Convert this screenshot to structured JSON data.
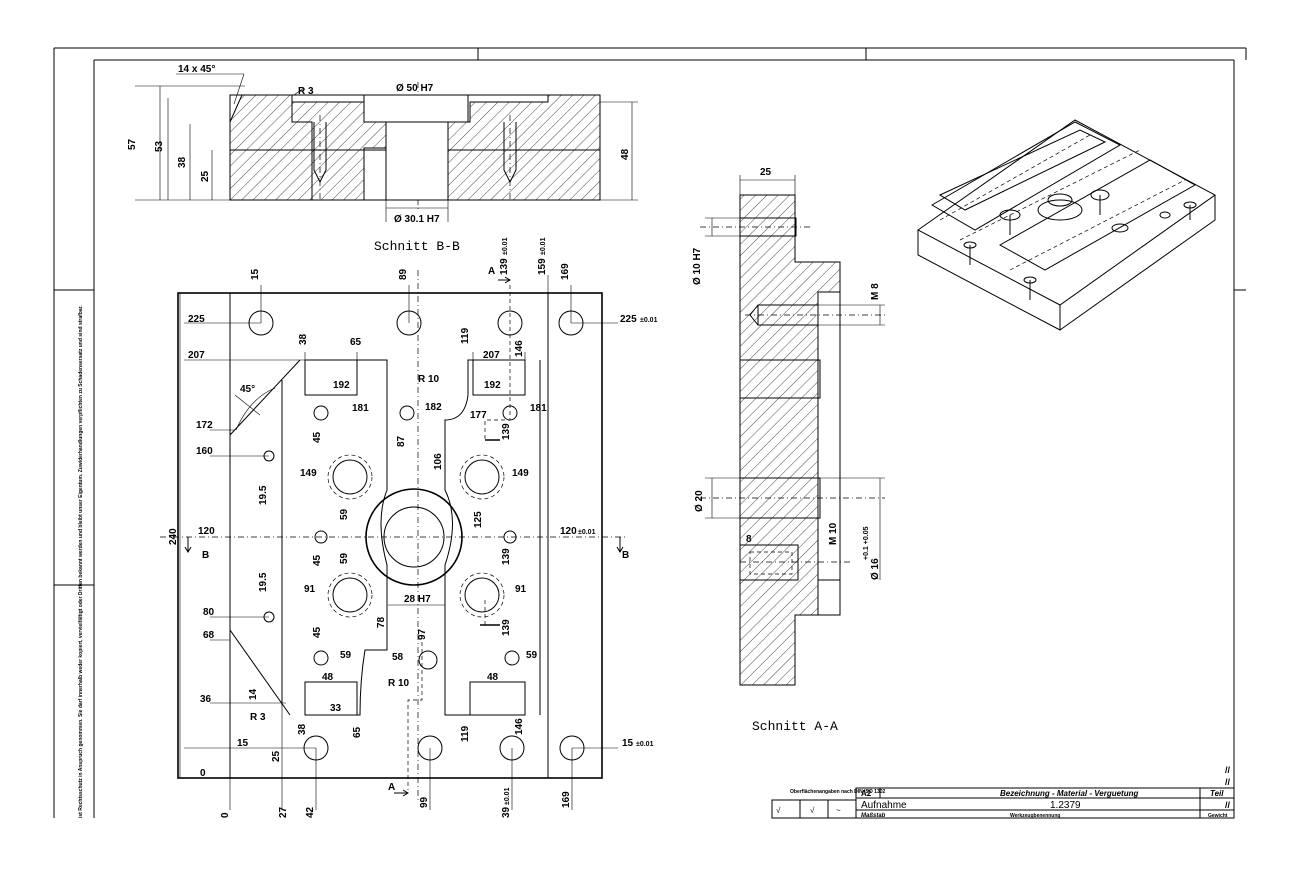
{
  "section_bb": {
    "title": "Schnitt B-B",
    "dims": {
      "chamfer": "14 x 45°",
      "radius": "R 3",
      "bore_top": "Ø 50 H7",
      "bore_bottom": "Ø 30.1 H7",
      "h57": "57",
      "h53": "53",
      "h38": "38",
      "h25": "25",
      "h48": "48"
    }
  },
  "section_aa": {
    "title": "Schnitt A-A",
    "dims": {
      "w25": "25",
      "d10": "Ø 10 H7",
      "m8": "M 8",
      "d20": "Ø 20",
      "m10": "M 10",
      "d16": "Ø 16",
      "d16_tol": "+0.1 +0.05",
      "w8": "8"
    }
  },
  "plan_view": {
    "top_dims": [
      "15",
      "89",
      "139",
      "159",
      "169"
    ],
    "top_tol": [
      "±0.01",
      "±0.01"
    ],
    "left_dims": [
      "225",
      "207",
      "172",
      "160",
      "120",
      "80",
      "68",
      "36",
      "0"
    ],
    "bottom_dims": [
      "0",
      "27",
      "42",
      "99",
      "39",
      "169"
    ],
    "bottom_tol": "±0.01",
    "overall_height": "240",
    "right_225": "225",
    "right_120": "120",
    "right_15": "15",
    "left_15": "15",
    "tol": "±0.01",
    "internal": [
      "38",
      "65",
      "192",
      "119",
      "207",
      "146",
      "192",
      "R 10",
      "181",
      "182",
      "177",
      "181",
      "45",
      "87",
      "106",
      "139",
      "149",
      "149",
      "19.5",
      "59",
      "125",
      "45",
      "59",
      "139",
      "19.5",
      "91",
      "28 H7",
      "91",
      "78",
      "97",
      "45",
      "59",
      "139",
      "58",
      "59",
      "R 10",
      "14",
      "48",
      "48",
      "33",
      "R 3",
      "38",
      "25",
      "65",
      "119",
      "146",
      "45°"
    ],
    "section_marks": [
      "A",
      "A",
      "B",
      "B"
    ]
  },
  "side_note": "ist Rechtsschutz in Anspruch genommen. Sie darf innerhalb weder kopiert, vervielfältigt oder Dritten bekannt werden und bleibt unser Eigentum. Zuwiderhandlungen verpflichten zu Schadensersatz und sind strafbar.",
  "title_block": {
    "surface": "Oberflächenangaben nach DIN ISO 1302",
    "format": "A2",
    "description_label": "Bezeichnung - Material - Verguetung",
    "part_label": "Teil",
    "name": "Aufnahme",
    "material": "1.2379",
    "scale_label": "Maßstab",
    "tool_label": "Werkzeugbenennung",
    "weight_label": "Gewicht",
    "marks": [
      "//",
      "//",
      "//"
    ]
  }
}
